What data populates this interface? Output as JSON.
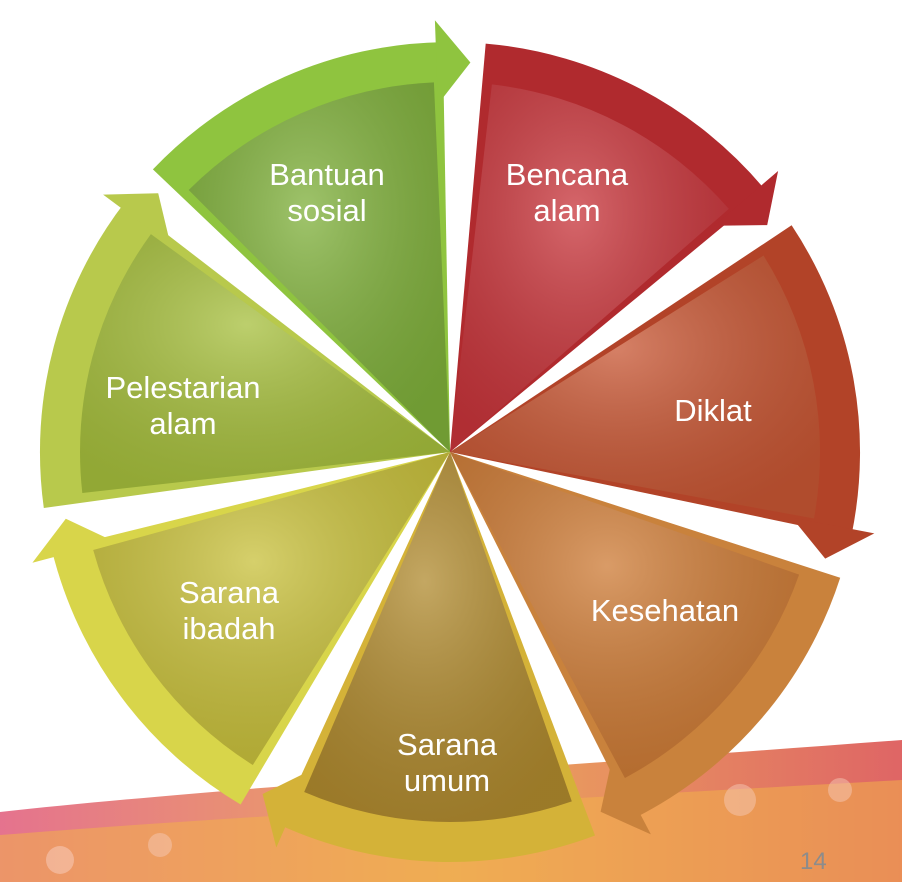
{
  "diagram": {
    "segments": [
      {
        "label_lines": [
          "Bencana",
          "alam"
        ],
        "color": "#c8343a",
        "rim_color": "#b02a2e"
      },
      {
        "label_lines": [
          "Diklat"
        ],
        "color": "#c85633",
        "rim_color": "#b24328"
      },
      {
        "label_lines": [
          "Kesehatan"
        ],
        "color": "#cd7a34",
        "rim_color": "#c9823c"
      },
      {
        "label_lines": [
          "Sarana",
          "umum"
        ],
        "color": "#b08a2e",
        "rim_color": "#d4b238"
      },
      {
        "label_lines": [
          "Sarana",
          "ibadah"
        ],
        "color": "#c8c03a",
        "rim_color": "#d8d54a"
      },
      {
        "label_lines": [
          "Pelestarian",
          "alam"
        ],
        "color": "#a6bf3c",
        "rim_color": "#b8c94c"
      },
      {
        "label_lines": [
          "Bantuan",
          "sosial"
        ],
        "color": "#7fb03a",
        "rim_color": "#8fc43f"
      }
    ]
  },
  "footer": {
    "page_number": "14"
  }
}
